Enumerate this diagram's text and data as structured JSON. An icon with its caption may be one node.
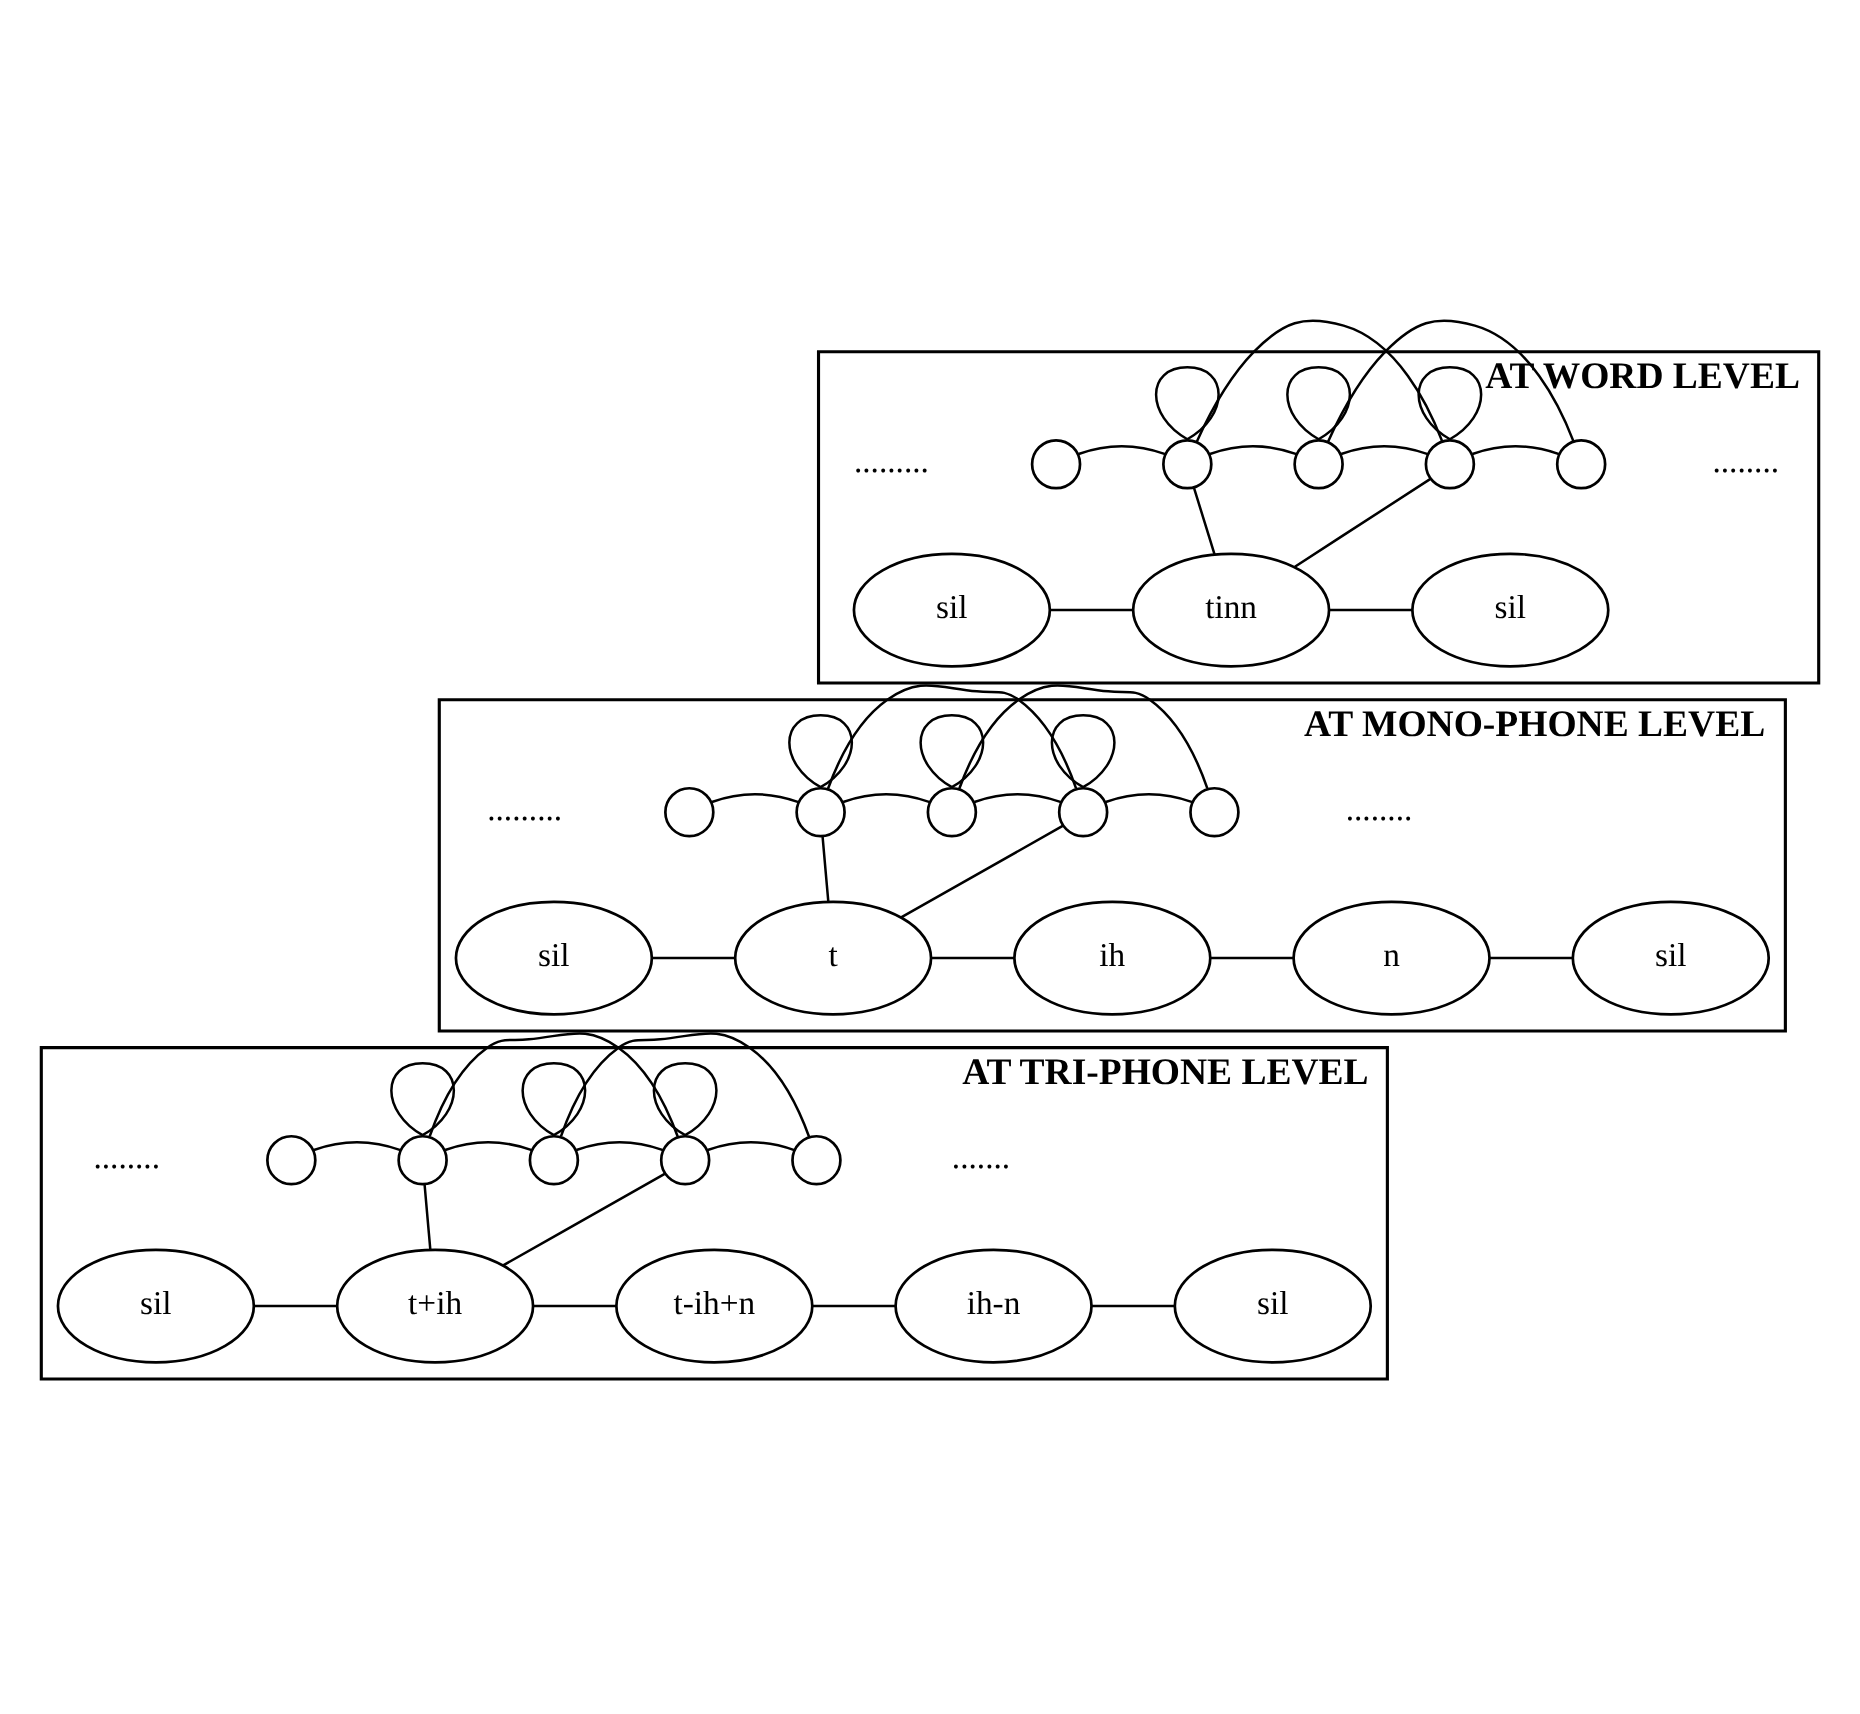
{
  "diagram": {
    "nodes": [
      {
        "text": [
          "AT WORD LEVEL"
        ]
      },
      {
        "text": [],
        "shape": "circle",
        "in": 0
      },
      {
        "text": [],
        "shape": "circle",
        "in": 0
      },
      {
        "text": [],
        "shape": "circle",
        "in": 0
      },
      {
        "text": [],
        "shape": "circle",
        "in": 0
      },
      {
        "text": [],
        "shape": "circle",
        "in": 0
      },
      {
        "text": [
          "sil"
        ],
        "in": 0
      },
      {
        "text": [
          "tinn"
        ],
        "in": 0
      },
      {
        "text": [
          "sil"
        ],
        "in": 0
      },
      {
        "text": [
          "AT MONO-PHONE LEVEL"
        ]
      },
      {
        "text": [],
        "shape": "circle",
        "in": 9
      },
      {
        "text": [],
        "shape": "circle",
        "in": 9
      },
      {
        "text": [],
        "shape": "circle",
        "in": 9
      },
      {
        "text": [],
        "shape": "circle",
        "in": 9
      },
      {
        "text": [],
        "shape": "circle",
        "in": 9
      },
      {
        "text": [
          "sil"
        ],
        "in": 9
      },
      {
        "text": [
          "t"
        ],
        "in": 9
      },
      {
        "text": [
          "ih"
        ],
        "in": 9
      },
      {
        "text": [
          "n"
        ],
        "in": 9
      },
      {
        "text": [
          "sil"
        ],
        "in": 9
      },
      {
        "text": [
          "AT TRI-PHONE LEVEL"
        ]
      },
      {
        "text": [],
        "shape": "circle",
        "in": 20
      },
      {
        "text": [],
        "shape": "circle",
        "in": 20
      },
      {
        "text": [],
        "shape": "circle",
        "in": 20
      },
      {
        "text": [],
        "shape": "circle",
        "in": 20
      },
      {
        "text": [],
        "shape": "circle",
        "in": 20
      },
      {
        "text": [
          "sil"
        ],
        "in": 20
      },
      {
        "text": [
          "t+ih"
        ],
        "in": 20
      },
      {
        "text": [
          "t-ih+n"
        ],
        "in": 20
      },
      {
        "text": [
          "ih-n"
        ],
        "in": 20
      },
      {
        "text": [
          "sil"
        ],
        "in": 20
      }
    ],
    "edges": [
      {
        "from": 1,
        "to": 2,
        "arrow": "none"
      },
      {
        "from": 2,
        "to": 3,
        "arrow": "none"
      },
      {
        "from": 3,
        "to": 4,
        "arrow": "none"
      },
      {
        "from": 4,
        "to": 5,
        "arrow": "none"
      },
      {
        "from": 2,
        "to": 2,
        "arrow": "none"
      },
      {
        "from": 3,
        "to": 3,
        "arrow": "none"
      },
      {
        "from": 4,
        "to": 4,
        "arrow": "none"
      },
      {
        "from": 2,
        "to": 4,
        "arrow": "none"
      },
      {
        "from": 3,
        "to": 5,
        "arrow": "none"
      },
      {
        "from": 2,
        "to": 7,
        "arrow": "none"
      },
      {
        "from": 4,
        "to": 7,
        "arrow": "none"
      },
      {
        "from": 6,
        "to": 7,
        "arrow": "none"
      },
      {
        "from": 7,
        "to": 8,
        "arrow": "none"
      },
      {
        "from": 10,
        "to": 11,
        "arrow": "none"
      },
      {
        "from": 11,
        "to": 12,
        "arrow": "none"
      },
      {
        "from": 12,
        "to": 13,
        "arrow": "none"
      },
      {
        "from": 13,
        "to": 14,
        "arrow": "none"
      },
      {
        "from": 11,
        "to": 11,
        "arrow": "none"
      },
      {
        "from": 12,
        "to": 12,
        "arrow": "none"
      },
      {
        "from": 13,
        "to": 13,
        "arrow": "none"
      },
      {
        "from": 11,
        "to": 13,
        "arrow": "none"
      },
      {
        "from": 12,
        "to": 14,
        "arrow": "none"
      },
      {
        "from": 11,
        "to": 16,
        "arrow": "none"
      },
      {
        "from": 13,
        "to": 16,
        "arrow": "none"
      },
      {
        "from": 15,
        "to": 16,
        "arrow": "none"
      },
      {
        "from": 16,
        "to": 17,
        "arrow": "none"
      },
      {
        "from": 17,
        "to": 18,
        "arrow": "none"
      },
      {
        "from": 18,
        "to": 19,
        "arrow": "none"
      },
      {
        "from": 21,
        "to": 22,
        "arrow": "none"
      },
      {
        "from": 22,
        "to": 23,
        "arrow": "none"
      },
      {
        "from": 23,
        "to": 24,
        "arrow": "none"
      },
      {
        "from": 24,
        "to": 25,
        "arrow": "none"
      },
      {
        "from": 22,
        "to": 22,
        "arrow": "none"
      },
      {
        "from": 23,
        "to": 23,
        "arrow": "none"
      },
      {
        "from": 24,
        "to": 24,
        "arrow": "none"
      },
      {
        "from": 22,
        "to": 24,
        "arrow": "none"
      },
      {
        "from": 23,
        "to": 25,
        "arrow": "none"
      },
      {
        "from": 22,
        "to": 27,
        "arrow": "none"
      },
      {
        "from": 24,
        "to": 27,
        "arrow": "none"
      },
      {
        "from": 26,
        "to": 27,
        "arrow": "none"
      },
      {
        "from": 27,
        "to": 28,
        "arrow": "none"
      },
      {
        "from": 28,
        "to": 29,
        "arrow": "none"
      },
      {
        "from": 29,
        "to": 30,
        "arrow": "none"
      }
    ],
    "labels": [
      ".........",
      "........",
      ".........",
      "........",
      "........",
      "......."
    ]
  }
}
